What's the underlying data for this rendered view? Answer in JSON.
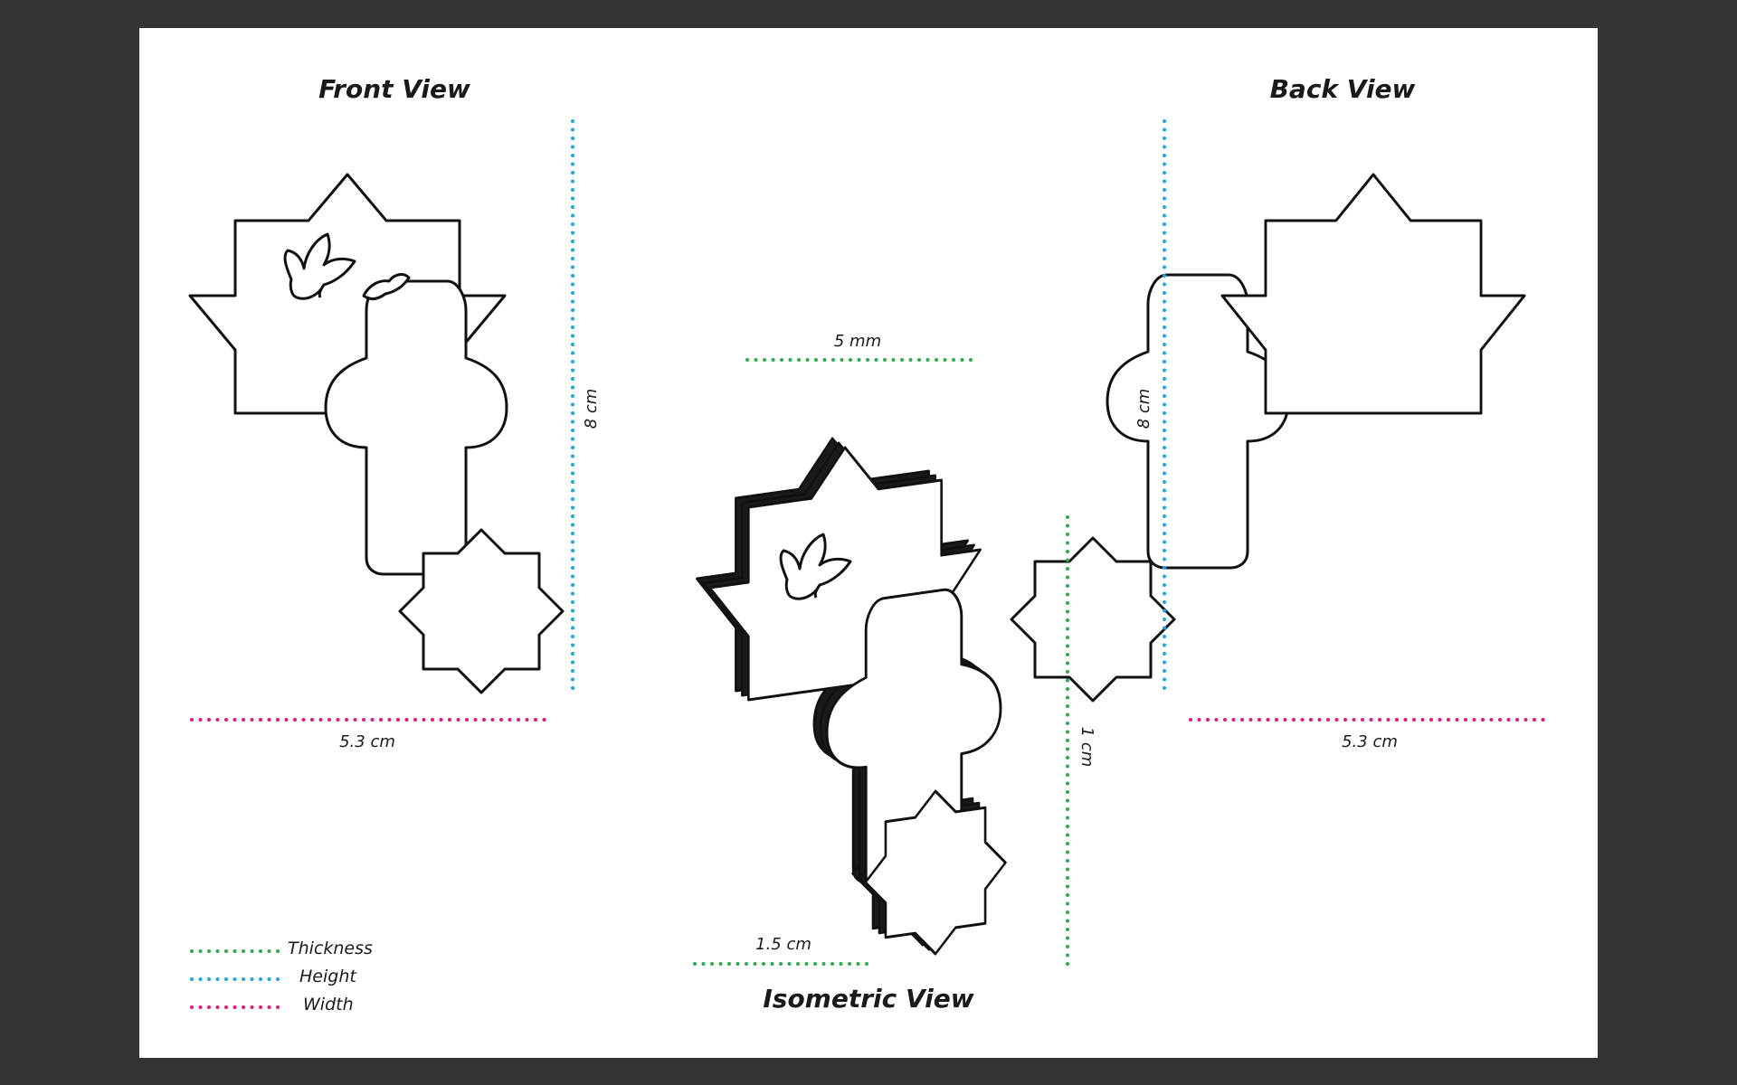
{
  "views": {
    "front": {
      "title": "Front View",
      "height_label": "8 cm",
      "width_label": "5.3 cm"
    },
    "back": {
      "title": "Back View",
      "height_label": "8 cm",
      "width_label": "5.3 cm"
    },
    "isometric": {
      "title": "Isometric View",
      "top_label": "5 mm",
      "bottom_label": "1.5 cm",
      "side_label": "1 cm"
    }
  },
  "legend": [
    {
      "label": "Thickness",
      "color": "#2eab4a"
    },
    {
      "label": "Height",
      "color": "#1da6df"
    },
    {
      "label": "Width",
      "color": "#e0197d"
    }
  ],
  "colors": {
    "background": "#333333",
    "sheet": "#ffffff",
    "outline": "#111111",
    "thickness": "#2eab4a",
    "height": "#1da6df",
    "width": "#e0197d"
  }
}
